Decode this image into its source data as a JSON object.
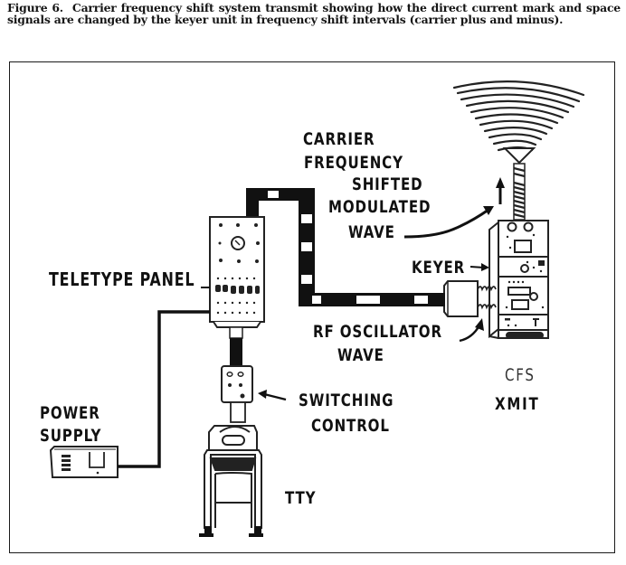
{
  "caption": {
    "figure_label": "Figure 6.",
    "text": "Carrier frequency shift system transmit showing how the direct current mark and space signals are changed by the keyer unit in frequency shift intervals (carrier plus and minus)."
  },
  "diagram": {
    "labels": {
      "carrier_frequency_line1": "CARRIER",
      "carrier_frequency_line2": "FREQUENCY",
      "shifted_line1": "SHIFTED",
      "shifted_line2": "MODULATED",
      "shifted_line3": "WAVE",
      "teletype_panel": "TELETYPE PANEL",
      "keyer": "KEYER",
      "rf_oscillator_line1": "RF OSCILLATOR",
      "rf_oscillator_line2": "WAVE",
      "cfs": "CFS",
      "xmit": "XMIT",
      "power_supply_line1": "POWER",
      "power_supply_line2": "SUPPLY",
      "switching_control_line1": "SWITCHING",
      "switching_control_line2": "CONTROL",
      "tty": "TTY"
    },
    "components": [
      "antenna",
      "cfs-transmitter",
      "keyer",
      "rf-oscillator",
      "teletype-panel",
      "switching-control",
      "teletype-machine",
      "power-supply"
    ],
    "colors": {
      "ink": "#111111",
      "paper": "#ffffff"
    }
  }
}
